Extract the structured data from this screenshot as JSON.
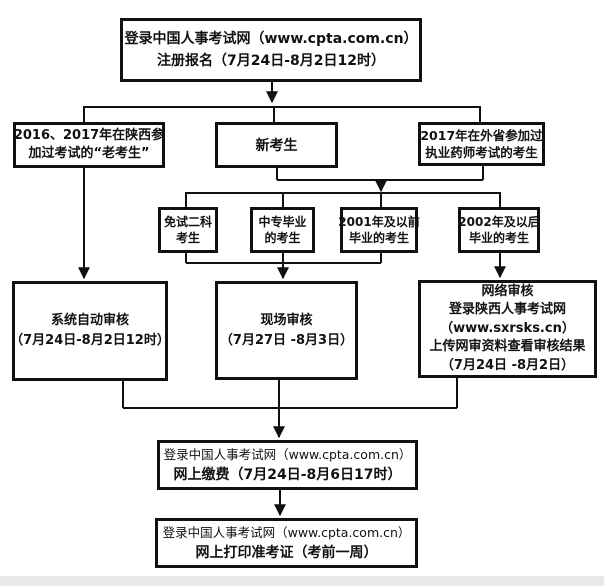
{
  "page": {
    "background": "#ffffff",
    "line_color": "#111111",
    "footer_strip_color": "#e9e9e9"
  },
  "nodes": {
    "register": {
      "line1": "登录中国人事考试网（www.cpta.com.cn）",
      "line2": "注册报名（7月24日-8月2日12时）"
    },
    "old_candidate": {
      "line1": "2016、2017年在陕西参",
      "line2": "加过考试的“老考生”"
    },
    "new_candidate": {
      "line1": "新考生"
    },
    "other_province": {
      "line1": "2017年在外省参加过",
      "line2": "执业药师考试的考生"
    },
    "exempt_two": {
      "line1": "免试二科",
      "line2": "考生"
    },
    "vocational_grad": {
      "line1": "中专毕业",
      "line2": "的考生"
    },
    "grad_before_2001": {
      "line1": "2001年及以前",
      "line2": "毕业的考生"
    },
    "grad_after_2002": {
      "line1": "2002年及以后",
      "line2": "毕业的考生"
    },
    "auto_review": {
      "line1": "系统自动审核",
      "line2": "（7月24日-8月2日12时）"
    },
    "onsite_review": {
      "line1": "现场审核",
      "line2": "（7月27日 -8月3日）"
    },
    "online_review": {
      "line1": "网络审核",
      "line2": "登录陕西人事考试网",
      "line3": "（www.sxrsks.cn）",
      "line4": "上传网审资料查看审核结果",
      "line5": "（7月24日 -8月2日）"
    },
    "pay": {
      "line1": "登录中国人事考试网（www.cpta.com.cn）",
      "line2": "网上缴费（7月24日-8月6日17时）"
    },
    "print": {
      "line1": "登录中国人事考试网（www.cpta.com.cn）",
      "line2": "网上打印准考证（考前一周）"
    }
  }
}
